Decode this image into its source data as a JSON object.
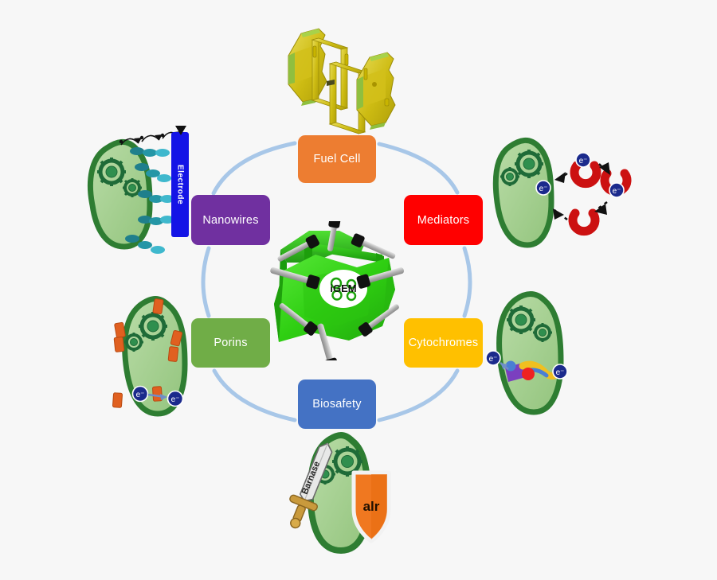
{
  "figure": {
    "title": "iGEM microbial fuel cell project overview wheel",
    "background_color": "#f7f7f7",
    "arc_color": "#a8c7e8",
    "center_device_label": "iGEM"
  },
  "nodes": [
    {
      "id": "fuel-cell",
      "label": "Fuel Cell",
      "color": "#ED7D31",
      "text_color": "#ffffff",
      "position": "top"
    },
    {
      "id": "mediators",
      "label": "Mediators",
      "color": "#FF0000",
      "text_color": "#ffffff",
      "position": "top-right"
    },
    {
      "id": "cytochromes",
      "label": "Cytochromes",
      "color": "#FFC000",
      "text_color": "#ffffff",
      "position": "bottom-right"
    },
    {
      "id": "biosafety",
      "label": "Biosafety",
      "color": "#4472C4",
      "text_color": "#ffffff",
      "position": "bottom"
    },
    {
      "id": "porins",
      "label": "Porins",
      "color": "#70AD47",
      "text_color": "#ffffff",
      "position": "bottom-left"
    },
    {
      "id": "nanowires",
      "label": "Nanowires",
      "color": "#7030A0",
      "text_color": "#ffffff",
      "position": "top-left"
    }
  ],
  "illustrations": {
    "fuel_cell": {
      "name": "fuel-cell-cad-render",
      "description": "Exploded CAD render of fuel cell housing",
      "colors": {
        "body": "#c8b400",
        "highlight": "#e6d84a",
        "accent": "#8fbf3f"
      }
    },
    "nanowires": {
      "name": "nanowires-cell-electrode",
      "electrode_label": "Electrode",
      "electrode_color": "#1414e6",
      "cell_color": "#a8cf94",
      "cell_outline": "#2e7d32",
      "wire_color": "#2596a6",
      "electron_symbol": "e⁻"
    },
    "mediators": {
      "name": "mediators-cell-shuttle",
      "electron_symbol": "e⁻",
      "electron_color": "#1b2a8c",
      "mediator_color": "#cc1111",
      "cell_color": "#a8cf94"
    },
    "cytochromes": {
      "name": "cytochromes-cell-membrane-protein",
      "electron_symbol": "e⁻",
      "protein_colors": [
        "#7b3fbf",
        "#f0c020",
        "#ee2222",
        "#4a7fd4"
      ],
      "cell_color": "#a8cf94"
    },
    "porins": {
      "name": "porins-cell-membrane-channels",
      "electron_symbol": "e⁻",
      "porin_color": "#e06020",
      "cell_color": "#a8cf94"
    },
    "biosafety": {
      "name": "biosafety-cell-sword-shield",
      "sword_label": "Barnase",
      "shield_label": "alr",
      "shield_color": "#f07820",
      "cell_color": "#a8cf94"
    },
    "center": {
      "name": "central-3d-printed-fuel-cell",
      "logo_text": "iGEM",
      "body_color": "#31d515",
      "bolt_color": "#b9b9b9"
    }
  }
}
